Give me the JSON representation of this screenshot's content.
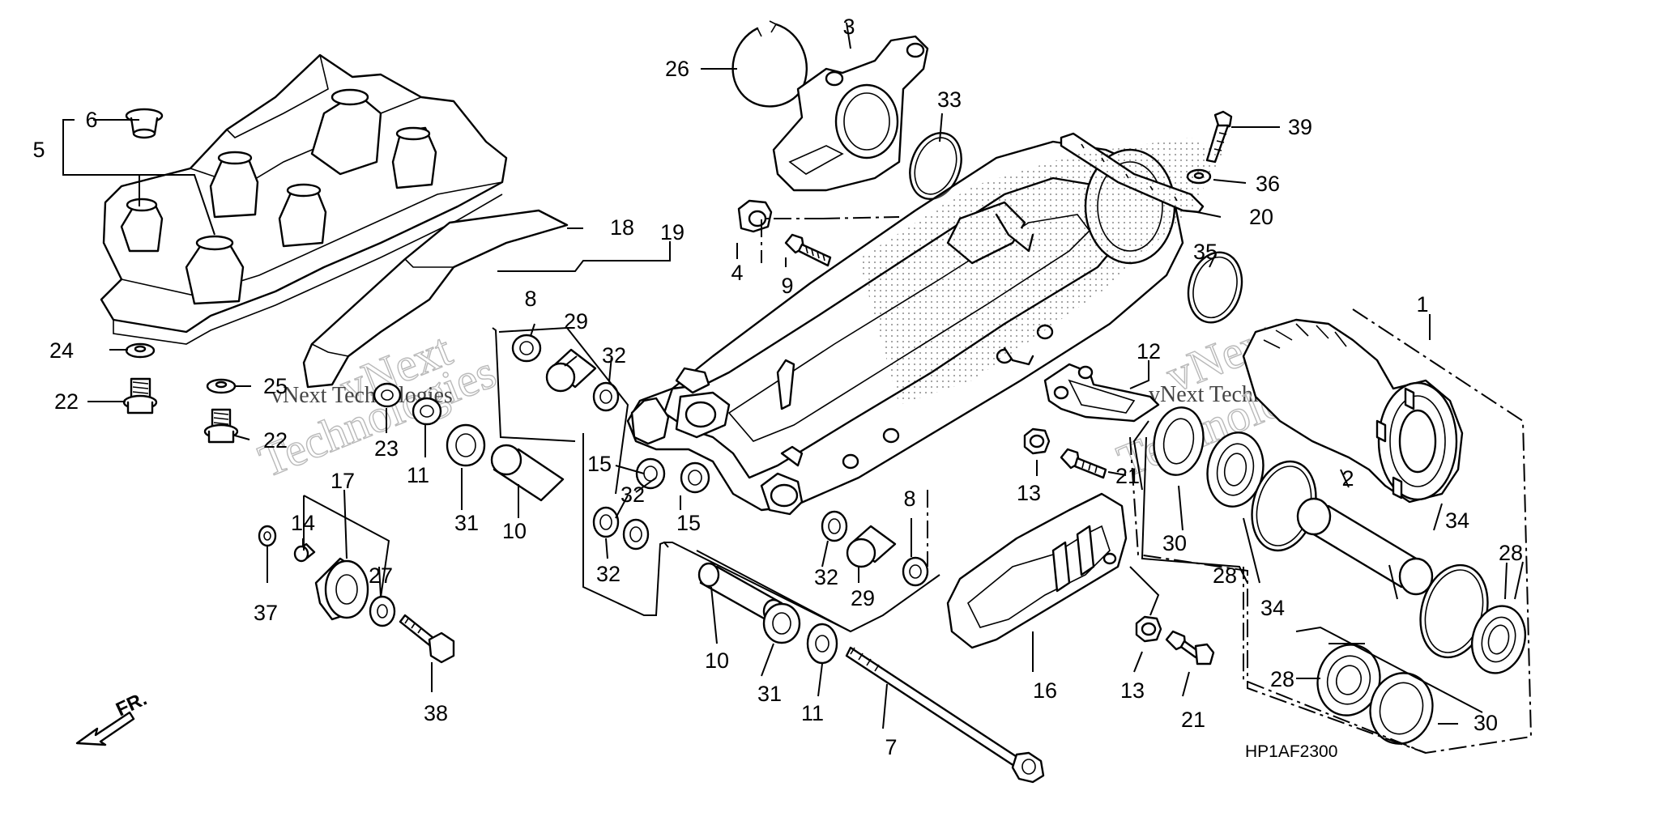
{
  "diagram": {
    "code": "HP1AF2300",
    "direction_label": "FR.",
    "watermarks": [
      "vNext",
      "Technologies",
      "vNext Technologies",
      "vNext Technologies",
      "vNext",
      "Technologies"
    ],
    "callouts": [
      {
        "id": "c1",
        "label": "1"
      },
      {
        "id": "c2",
        "label": "2"
      },
      {
        "id": "c3",
        "label": "3"
      },
      {
        "id": "c4",
        "label": "4"
      },
      {
        "id": "c5",
        "label": "5"
      },
      {
        "id": "c6",
        "label": "6"
      },
      {
        "id": "c7",
        "label": "7"
      },
      {
        "id": "c8a",
        "label": "8"
      },
      {
        "id": "c8b",
        "label": "8"
      },
      {
        "id": "c9",
        "label": "9"
      },
      {
        "id": "c10a",
        "label": "10"
      },
      {
        "id": "c10b",
        "label": "10"
      },
      {
        "id": "c11a",
        "label": "11"
      },
      {
        "id": "c11b",
        "label": "11"
      },
      {
        "id": "c12",
        "label": "12"
      },
      {
        "id": "c13a",
        "label": "13"
      },
      {
        "id": "c13b",
        "label": "13"
      },
      {
        "id": "c14",
        "label": "14"
      },
      {
        "id": "c15a",
        "label": "15"
      },
      {
        "id": "c15b",
        "label": "15"
      },
      {
        "id": "c16",
        "label": "16"
      },
      {
        "id": "c17",
        "label": "17"
      },
      {
        "id": "c18",
        "label": "18"
      },
      {
        "id": "c19",
        "label": "19"
      },
      {
        "id": "c20",
        "label": "20"
      },
      {
        "id": "c21a",
        "label": "21"
      },
      {
        "id": "c21b",
        "label": "21"
      },
      {
        "id": "c22a",
        "label": "22"
      },
      {
        "id": "c22b",
        "label": "22"
      },
      {
        "id": "c23",
        "label": "23"
      },
      {
        "id": "c24",
        "label": "24"
      },
      {
        "id": "c25",
        "label": "25"
      },
      {
        "id": "c26",
        "label": "26"
      },
      {
        "id": "c27",
        "label": "27"
      },
      {
        "id": "c28a",
        "label": "28"
      },
      {
        "id": "c28b",
        "label": "28"
      },
      {
        "id": "c28c",
        "label": "28"
      },
      {
        "id": "c29a",
        "label": "29"
      },
      {
        "id": "c29b",
        "label": "29"
      },
      {
        "id": "c30a",
        "label": "30"
      },
      {
        "id": "c30b",
        "label": "30"
      },
      {
        "id": "c31a",
        "label": "31"
      },
      {
        "id": "c31b",
        "label": "31"
      },
      {
        "id": "c32a",
        "label": "32"
      },
      {
        "id": "c32b",
        "label": "32"
      },
      {
        "id": "c32c",
        "label": "32"
      },
      {
        "id": "c32d",
        "label": "32"
      },
      {
        "id": "c33",
        "label": "33"
      },
      {
        "id": "c34a",
        "label": "34"
      },
      {
        "id": "c34b",
        "label": "34"
      },
      {
        "id": "c35",
        "label": "35"
      },
      {
        "id": "c36",
        "label": "36"
      },
      {
        "id": "c37",
        "label": "37"
      },
      {
        "id": "c38",
        "label": "38"
      },
      {
        "id": "c39",
        "label": "39"
      }
    ]
  }
}
